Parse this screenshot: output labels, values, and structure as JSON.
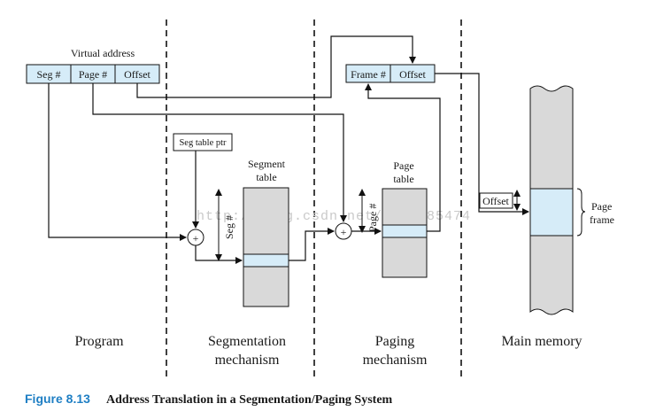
{
  "virtual_address": {
    "heading": "Virtual address",
    "fields": [
      "Seg #",
      "Page #",
      "Offset"
    ]
  },
  "physical_address": {
    "fields": [
      "Frame #",
      "Offset"
    ]
  },
  "seg_table_ptr": "Seg table ptr",
  "segment_table": {
    "title_line1": "Segment",
    "title_line2": "table",
    "index_label": "Seg #"
  },
  "page_table": {
    "title_line1": "Page",
    "title_line2": "table",
    "index_label": "Page #"
  },
  "main_memory": {
    "offset_label": "Offset",
    "frame_label_line1": "Page",
    "frame_label_line2": "frame"
  },
  "sections": {
    "program": "Program",
    "segmentation_line1": "Segmentation",
    "segmentation_line2": "mechanism",
    "paging_line1": "Paging",
    "paging_line2": "mechanism",
    "main_memory": "Main memory"
  },
  "adder_symbol": "+",
  "watermark": "http://blog.csdn.net/u010285474",
  "caption": {
    "label": "Figure 8.13",
    "title": "Address Translation in a Segmentation/Paging System"
  },
  "colors": {
    "field_fill": "#d6ecf8",
    "table_fill": "#d9d9d9",
    "highlight_fill": "#d6ecf8",
    "caption_accent": "#1f7fc4"
  }
}
